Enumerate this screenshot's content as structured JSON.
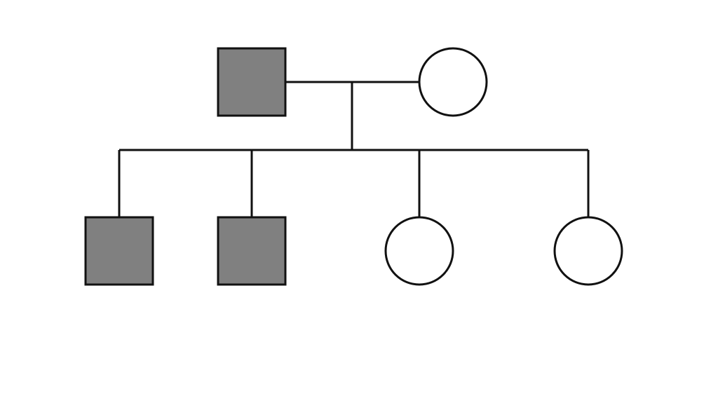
{
  "diagram": {
    "type": "pedigree",
    "colors": {
      "affected_fill": "#808080",
      "unaffected_fill": "#ffffff",
      "stroke": "#111111",
      "background": "#ffffff"
    },
    "generations": [
      {
        "members": [
          {
            "id": "father",
            "sex": "male",
            "affected": true
          },
          {
            "id": "mother",
            "sex": "female",
            "affected": false
          }
        ],
        "union": [
          "father",
          "mother"
        ]
      },
      {
        "members": [
          {
            "id": "son-1",
            "sex": "male",
            "affected": true
          },
          {
            "id": "son-2",
            "sex": "male",
            "affected": true
          },
          {
            "id": "daughter-1",
            "sex": "female",
            "affected": false
          },
          {
            "id": "daughter-2",
            "sex": "female",
            "affected": false
          }
        ],
        "parents": [
          "father",
          "mother"
        ]
      }
    ]
  }
}
